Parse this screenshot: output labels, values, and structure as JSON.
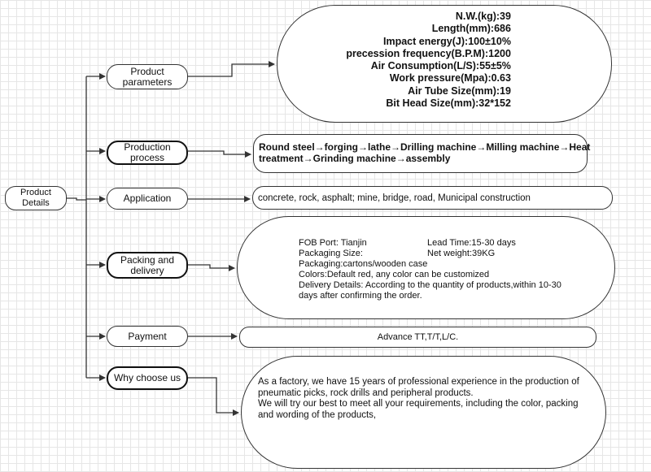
{
  "root": {
    "label_line1": "Product",
    "label_line2": "Details"
  },
  "categories": {
    "product_parameters": {
      "line1": "Product",
      "line2": "parameters"
    },
    "production_process": {
      "line1": "Production",
      "line2": "process"
    },
    "application": {
      "label": "Application"
    },
    "packing": {
      "line1": "Packing and",
      "line2": "delivery"
    },
    "payment": {
      "label": "Payment"
    },
    "why": {
      "label": "Why choose us"
    }
  },
  "parameters": [
    "N.W.(kg):39",
    "Length(mm):686",
    "Impact energy(J):100±10%",
    "precession frequency(B.P.M):1200",
    "Air Consumption(L/S):55±5%",
    "Work pressure(Mpa):0.63",
    "Air Tube Size(mm):19",
    "Bit Head Size(mm):32*152"
  ],
  "process": {
    "line1": "Round steel→forging→lathe→Drilling machine→Milling machine→Heat",
    "line2": "treatment→Grinding machine→assembly"
  },
  "application_text": "concrete,  rock,  asphalt;  mine,  bridge,  road,  Municipal construction",
  "packing": {
    "port": "FOB Port: Tianjin",
    "lead_time": "Lead Time:15-30 days",
    "size": "Packaging Size:",
    "weight": "Net weight:39KG",
    "packaging": "Packaging:cartons/wooden case",
    "colors": "Colors:Default red, any color can be customized",
    "delivery_line1": "Delivery Details: According to the quantity of products,within 10-30",
    "delivery_line2": "days after confirming the order."
  },
  "payment_text": "Advance TT,T/T,L/C.",
  "why_text": {
    "line1": "As a factory, we have 15 years of professional experience in the production of",
    "line2": "pneumatic picks, rock drills and peripheral products.",
    "line3": "We will try our best to meet all your requirements, including the color, packing",
    "line4": "and wording of the products,"
  }
}
